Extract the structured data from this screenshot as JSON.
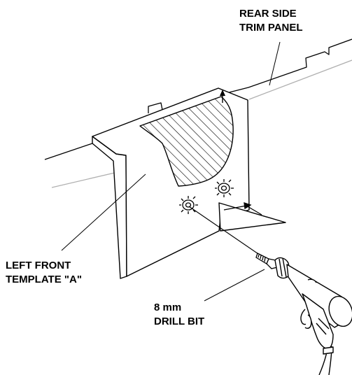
{
  "callouts": {
    "rear_panel": {
      "line1": "REAR SIDE",
      "line2": "TRIM PANEL"
    },
    "template": {
      "line1": "LEFT FRONT",
      "line2": "TEMPLATE \"A\""
    },
    "drill_bit": {
      "line1": "8 mm",
      "line2": "DRILL BIT"
    }
  },
  "colors": {
    "ink": "#000000",
    "panel_line": "#b0b0b0",
    "paper": "#ffffff"
  }
}
